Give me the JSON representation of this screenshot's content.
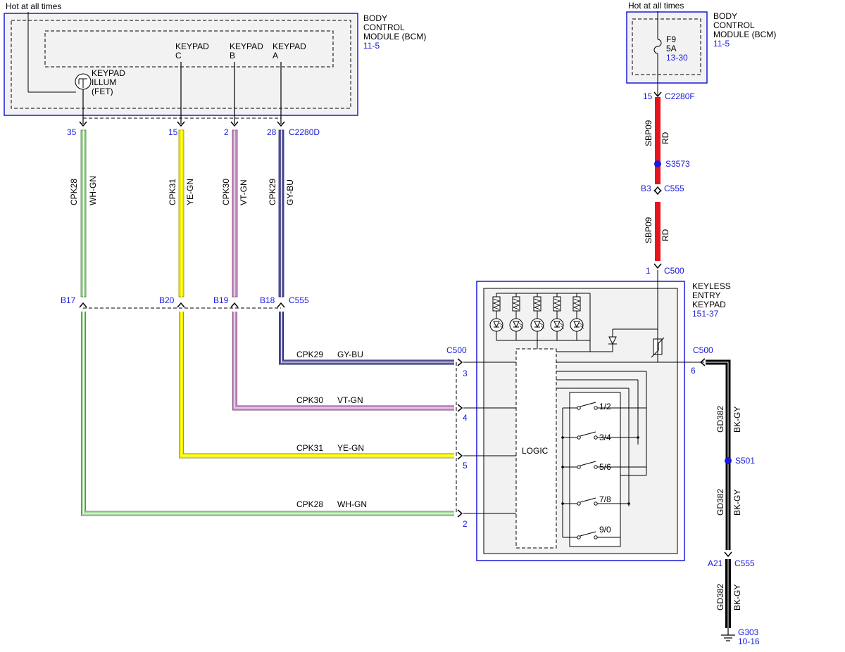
{
  "bcm_left": {
    "hot_label": "Hot at all times",
    "module_title": [
      "BODY",
      "CONTROL",
      "MODULE (BCM)"
    ],
    "module_ref": "11-5",
    "keypad_illum": [
      "KEYPAD",
      "ILLUM",
      "(FET)"
    ],
    "keypad_c": [
      "KEYPAD",
      "C"
    ],
    "keypad_b": [
      "KEYPAD",
      "B"
    ],
    "keypad_a": [
      "KEYPAD",
      "A"
    ],
    "pin_35": "35",
    "pin_15": "15",
    "pin_2": "2",
    "pin_28": "28",
    "connector": "C2280D"
  },
  "bcm_right": {
    "hot_label": "Hot at all times",
    "module_title": [
      "BODY",
      "CONTROL",
      "MODULE (BCM)"
    ],
    "module_ref": "11-5",
    "fuse_name": "F9",
    "fuse_rating": "5A",
    "fuse_ref": "13-30",
    "pin_15": "15",
    "connector": "C2280F"
  },
  "power_wire": {
    "circuit_upper": "SBP09",
    "color_upper": "RD",
    "splice": "S3573",
    "pin_b3": "B3",
    "conn_c555": "C555",
    "circuit_lower": "SBP09",
    "color_lower": "RD",
    "pin_1": "1",
    "conn_c500": "C500"
  },
  "vertical_wires": [
    {
      "circuit": "CPK28",
      "color": "WH-GN"
    },
    {
      "circuit": "CPK31",
      "color": "YE-GN"
    },
    {
      "circuit": "CPK30",
      "color": "VT-GN"
    },
    {
      "circuit": "CPK29",
      "color": "GY-BU"
    }
  ],
  "c555_row": {
    "pins": [
      "B17",
      "B20",
      "B19",
      "B18"
    ],
    "connector": "C555"
  },
  "horizontal_wires": [
    {
      "circuit": "CPK29",
      "color": "GY-BU",
      "pin": "3"
    },
    {
      "circuit": "CPK30",
      "color": "VT-GN",
      "pin": "4"
    },
    {
      "circuit": "CPK31",
      "color": "YE-GN",
      "pin": "5"
    },
    {
      "circuit": "CPK28",
      "color": "WH-GN",
      "pin": "2"
    }
  ],
  "keypad": {
    "title": [
      "KEYLESS",
      "ENTRY",
      "KEYPAD"
    ],
    "ref": "151-37",
    "connector_left": "C500",
    "logic_label": "LOGIC",
    "switches": [
      "1/2",
      "3/4",
      "5/6",
      "7/8",
      "9/0"
    ],
    "connector_right": "C500",
    "pin_6": "6"
  },
  "ground_wire": {
    "circuit_1": "GD382",
    "color_1": "BK-GY",
    "splice": "S501",
    "circuit_2": "GD382",
    "color_2": "BK-GY",
    "pin_a21": "A21",
    "conn_c555": "C555",
    "circuit_3": "GD382",
    "color_3": "BK-GY",
    "ground": "G303",
    "ground_ref": "10-16"
  },
  "colors": {
    "connector_blue": "#1a1adc",
    "module_fill": "#f2f2f2",
    "wire_red": "#e8141c",
    "wire_yellow": "#f2f200",
    "wire_violet": "#c890c8",
    "wire_graybu": "#5b5b9b",
    "wire_whgn": "#a8d7a0",
    "wire_black": "#000000"
  }
}
